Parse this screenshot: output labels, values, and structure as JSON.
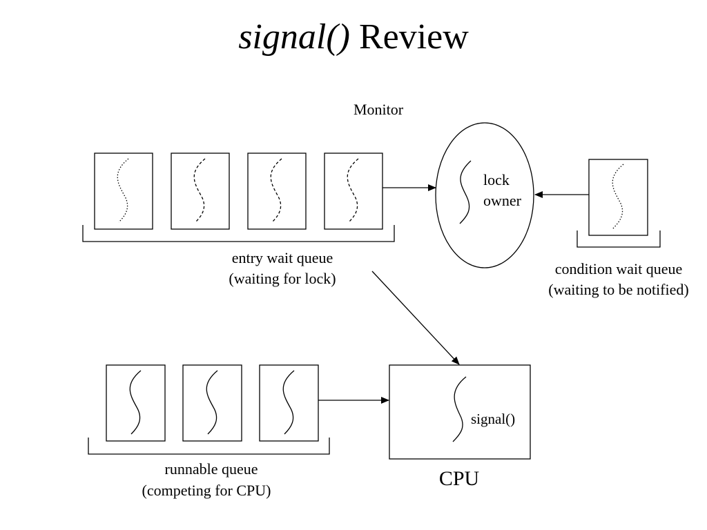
{
  "title": {
    "fn": "signal()",
    "rest": "Review"
  },
  "monitor": {
    "label": "Monitor",
    "owner_line1": "lock",
    "owner_line2": "owner"
  },
  "entry_queue": {
    "line1": "entry wait queue",
    "line2": "(waiting for lock)",
    "threads": 4
  },
  "condition_queue": {
    "line1": "condition wait queue",
    "line2": "(waiting to be notified)",
    "threads": 1
  },
  "runnable_queue": {
    "line1": "runnable queue",
    "line2": "(competing for CPU)",
    "threads": 3
  },
  "cpu": {
    "label": "CPU",
    "thread_label": "signal()"
  }
}
